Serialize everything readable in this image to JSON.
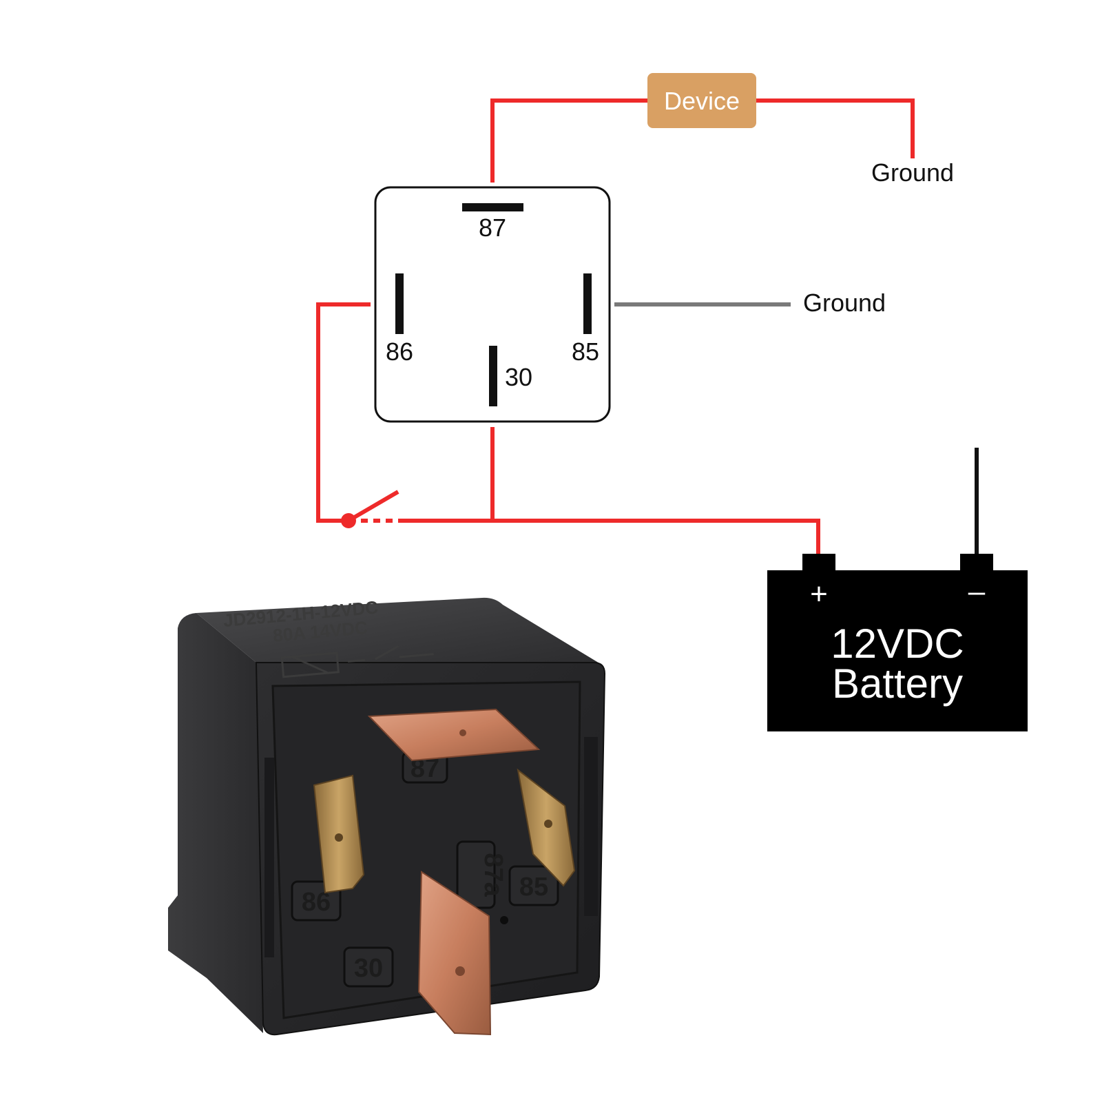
{
  "relay_diagram": {
    "pins": {
      "p87": "87",
      "p86": "86",
      "p85": "85",
      "p30": "30"
    },
    "device_label": "Device",
    "ground_top_label": "Ground",
    "ground_right_label": "Ground",
    "battery": {
      "line1": "12VDC",
      "line2": "Battery",
      "plus": "+",
      "minus": "–"
    }
  },
  "relay_photo": {
    "print_line1": "JD2912-1H-12VDC",
    "print_line2": "80A  14VDC",
    "housing_labels": {
      "p87": "87",
      "p86": "86",
      "p85": "85",
      "p30": "30",
      "p87a": "87a"
    }
  },
  "colors": {
    "wire_red": "#ee2a2a",
    "wire_gray": "#7a7a7a",
    "device_fill": "#d9a063",
    "battery_fill": "#000000",
    "relay_body": "#2b2b2d",
    "copper": "#c77e5e",
    "brass": "#b8945a"
  }
}
